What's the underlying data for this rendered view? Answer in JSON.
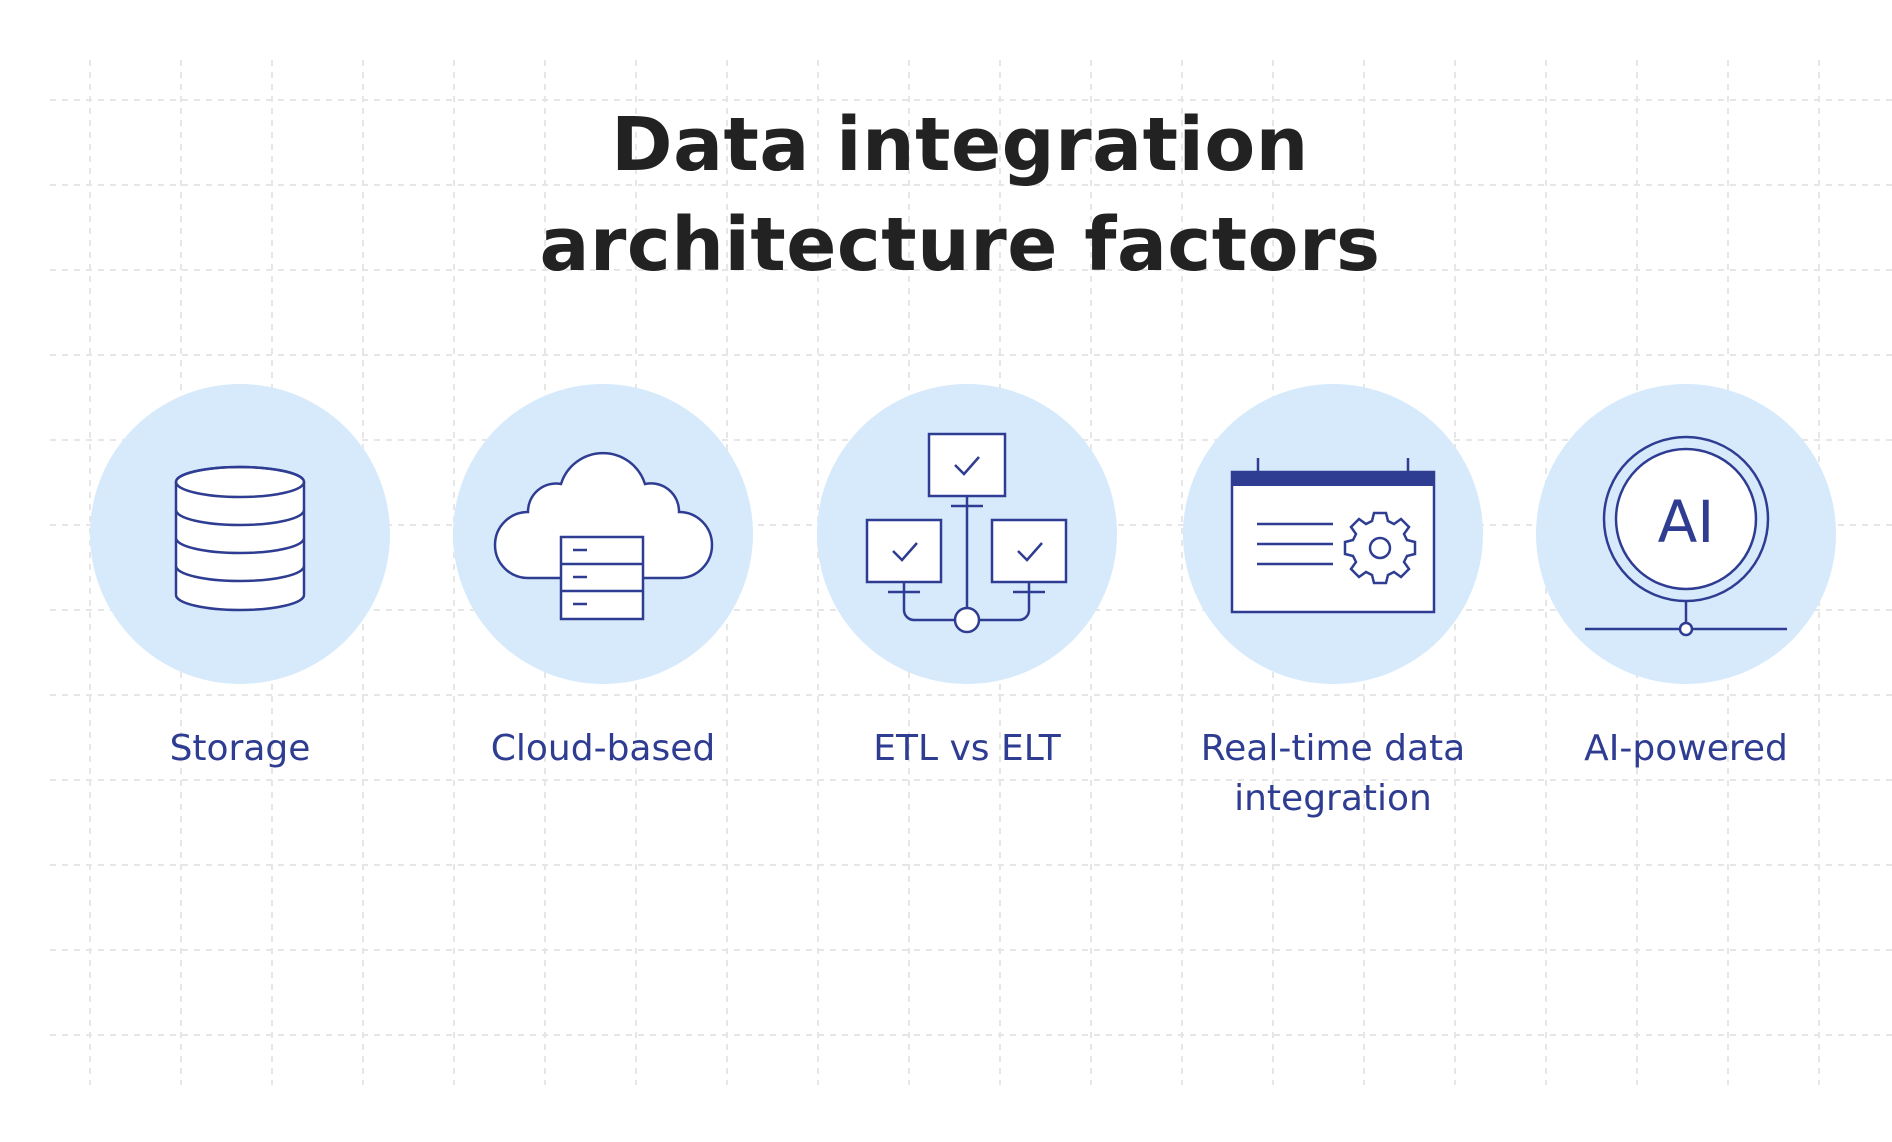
{
  "title": {
    "line1": "Data integration",
    "line2": "architecture factors"
  },
  "colors": {
    "circle_fill": "#d6eafc",
    "icon_stroke": "#2e3d91",
    "label_text": "#2e3d91",
    "title_text": "#222222",
    "grid_line": "#e6e6e6"
  },
  "factors": [
    {
      "label": "Storage",
      "icon": "database-icon"
    },
    {
      "label": "Cloud-based",
      "icon": "cloud-server-icon"
    },
    {
      "label": "ETL vs ELT",
      "icon": "network-monitors-icon"
    },
    {
      "label": "Real-time data\nintegration",
      "icon": "browser-gear-icon"
    },
    {
      "label": "AI-powered",
      "icon": "ai-icon"
    }
  ],
  "ai_icon_text": "AI"
}
